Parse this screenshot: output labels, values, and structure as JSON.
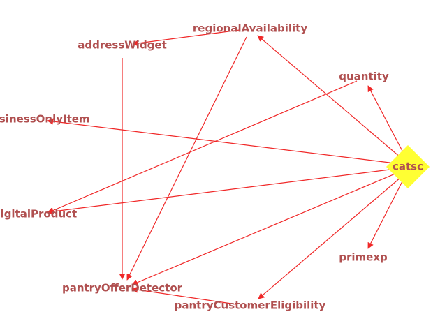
{
  "colors": {
    "edge": "#f02828",
    "label": "#b05050",
    "central_node_fill": "#ffff33"
  },
  "graph": {
    "central_node": "catsc",
    "nodes": [
      {
        "id": "catsc",
        "label": "catsc",
        "shape": "diamond"
      },
      {
        "id": "regionalAvailability",
        "label": "regionalAvailability"
      },
      {
        "id": "addressWidget",
        "label": "addressWidget"
      },
      {
        "id": "quantity",
        "label": "quantity"
      },
      {
        "id": "businessOnlyItem",
        "label": "businessOnlyItem"
      },
      {
        "id": "digitalProduct",
        "label": "digitalProduct"
      },
      {
        "id": "primexp",
        "label": "primexp"
      },
      {
        "id": "pantryOfferDetector",
        "label": "pantryOfferDetector"
      },
      {
        "id": "pantryCustomerEligibility",
        "label": "pantryCustomerEligibility"
      }
    ],
    "edges": [
      {
        "from": "catsc",
        "to": "regionalAvailability"
      },
      {
        "from": "catsc",
        "to": "quantity"
      },
      {
        "from": "catsc",
        "to": "businessOnlyItem"
      },
      {
        "from": "catsc",
        "to": "digitalProduct"
      },
      {
        "from": "catsc",
        "to": "primexp"
      },
      {
        "from": "catsc",
        "to": "pantryOfferDetector"
      },
      {
        "from": "catsc",
        "to": "pantryCustomerEligibility"
      },
      {
        "from": "regionalAvailability",
        "to": "addressWidget"
      },
      {
        "from": "regionalAvailability",
        "to": "pantryOfferDetector"
      },
      {
        "from": "addressWidget",
        "to": "pantryOfferDetector"
      },
      {
        "from": "quantity",
        "to": "digitalProduct"
      },
      {
        "from": "pantryCustomerEligibility",
        "to": "pantryOfferDetector"
      }
    ]
  }
}
